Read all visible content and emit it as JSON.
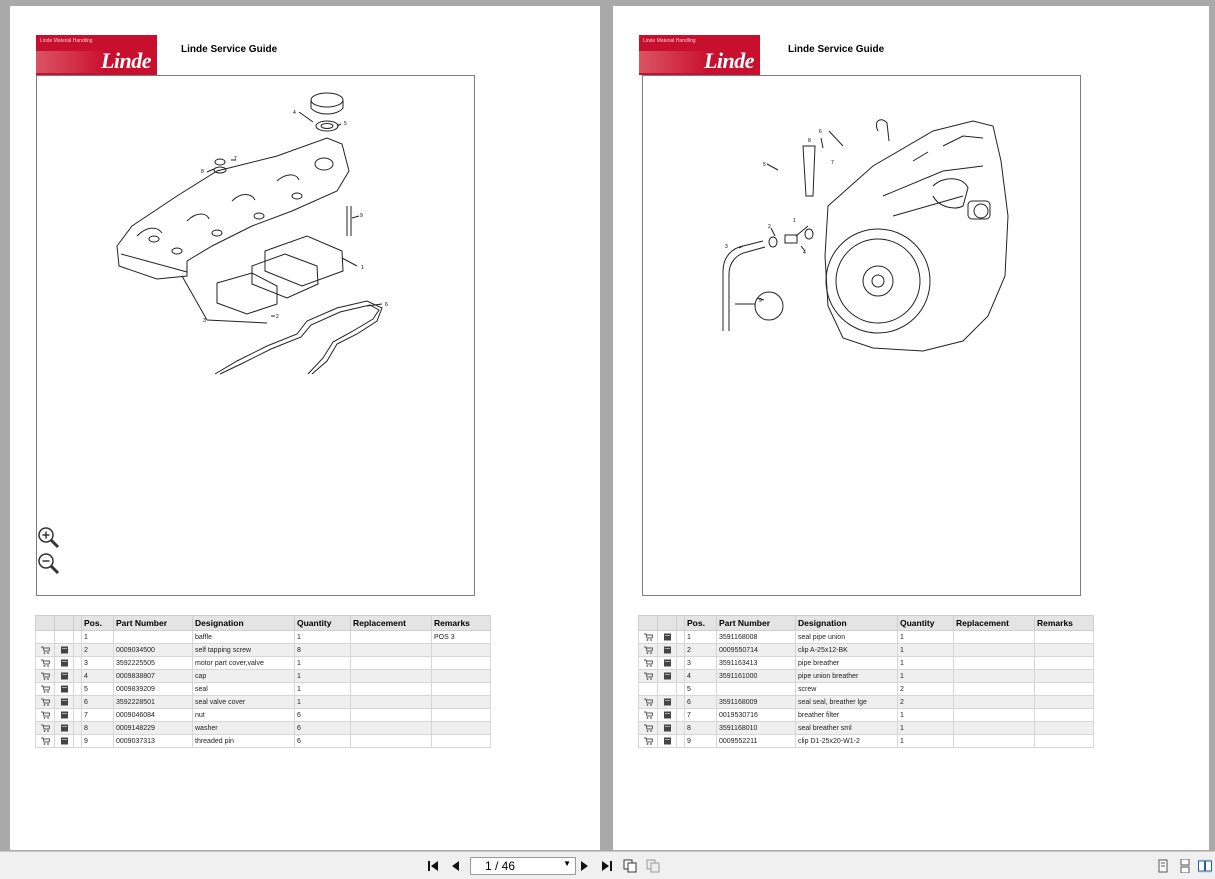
{
  "pages": [
    {
      "logo_tagline": "Linde Material Handling",
      "logo_word": "Linde",
      "title": "Linde Service Guide",
      "columns": [
        "Pos.",
        "Part Number",
        "Designation",
        "Quantity",
        "Replacement",
        "Remarks"
      ],
      "rows": [
        {
          "icons": false,
          "pos": "1",
          "part": "",
          "designation": "baffle",
          "qty": "1",
          "replacement": "",
          "remarks": "POS 3"
        },
        {
          "icons": true,
          "pos": "2",
          "part": "0009034500",
          "designation": "self tapping screw",
          "qty": "8",
          "replacement": "",
          "remarks": ""
        },
        {
          "icons": true,
          "pos": "3",
          "part": "3592225505",
          "designation": "motor part cover,valve",
          "qty": "1",
          "replacement": "",
          "remarks": ""
        },
        {
          "icons": true,
          "pos": "4",
          "part": "0009838807",
          "designation": "cap",
          "qty": "1",
          "replacement": "",
          "remarks": ""
        },
        {
          "icons": true,
          "pos": "5",
          "part": "0009839209",
          "designation": "seal",
          "qty": "1",
          "replacement": "",
          "remarks": ""
        },
        {
          "icons": true,
          "pos": "6",
          "part": "3592228501",
          "designation": "seal valve cover",
          "qty": "1",
          "replacement": "",
          "remarks": ""
        },
        {
          "icons": true,
          "pos": "7",
          "part": "0009046084",
          "designation": "nut",
          "qty": "6",
          "replacement": "",
          "remarks": ""
        },
        {
          "icons": true,
          "pos": "8",
          "part": "0009148229",
          "designation": "washer",
          "qty": "6",
          "replacement": "",
          "remarks": ""
        },
        {
          "icons": true,
          "pos": "9",
          "part": "0009037313",
          "designation": "threaded pin",
          "qty": "6",
          "replacement": "",
          "remarks": ""
        }
      ],
      "callouts": [
        "1",
        "2",
        "3",
        "4",
        "5",
        "6",
        "7",
        "8",
        "9"
      ]
    },
    {
      "logo_tagline": "Linde Material Handling",
      "logo_word": "Linde",
      "title": "Linde Service Guide",
      "columns": [
        "Pos.",
        "Part Number",
        "Designation",
        "Quantity",
        "Replacement",
        "Remarks"
      ],
      "rows": [
        {
          "icons": true,
          "pos": "1",
          "part": "3591168008",
          "designation": "seal pipe union",
          "qty": "1",
          "replacement": "",
          "remarks": ""
        },
        {
          "icons": true,
          "pos": "2",
          "part": "0009550714",
          "designation": "clip A-25x12-BK",
          "qty": "1",
          "replacement": "",
          "remarks": ""
        },
        {
          "icons": true,
          "pos": "3",
          "part": "3591163413",
          "designation": "pipe breather",
          "qty": "1",
          "replacement": "",
          "remarks": ""
        },
        {
          "icons": true,
          "pos": "4",
          "part": "3591161000",
          "designation": "pipe union breather",
          "qty": "1",
          "replacement": "",
          "remarks": ""
        },
        {
          "icons": false,
          "pos": "5",
          "part": "",
          "designation": "screw",
          "qty": "2",
          "replacement": "",
          "remarks": ""
        },
        {
          "icons": true,
          "pos": "6",
          "part": "3591168009",
          "designation": "seal seal, breather lge",
          "qty": "2",
          "replacement": "",
          "remarks": ""
        },
        {
          "icons": true,
          "pos": "7",
          "part": "0019530716",
          "designation": "breather filter",
          "qty": "1",
          "replacement": "",
          "remarks": ""
        },
        {
          "icons": true,
          "pos": "8",
          "part": "3591168010",
          "designation": "seal breather sml",
          "qty": "1",
          "replacement": "",
          "remarks": ""
        },
        {
          "icons": true,
          "pos": "9",
          "part": "0009552211",
          "designation": "clip D1-25x20-W1-2",
          "qty": "1",
          "replacement": "",
          "remarks": ""
        }
      ],
      "callouts": [
        "1",
        "2",
        "3",
        "4",
        "5",
        "6",
        "7",
        "8",
        "9"
      ]
    }
  ],
  "toolbar": {
    "page_indicator": "1 / 46",
    "icons": [
      "first-page-icon",
      "prev-page-icon",
      "next-page-icon",
      "last-page-icon",
      "copy-icon",
      "paste-icon",
      "single-page-view-icon",
      "continuous-view-icon",
      "two-page-view-icon"
    ]
  },
  "colors": {
    "brand_red": "#c8102e",
    "viewer_bg": "#a9a9a9",
    "header_gray": "#e4e4e4"
  }
}
